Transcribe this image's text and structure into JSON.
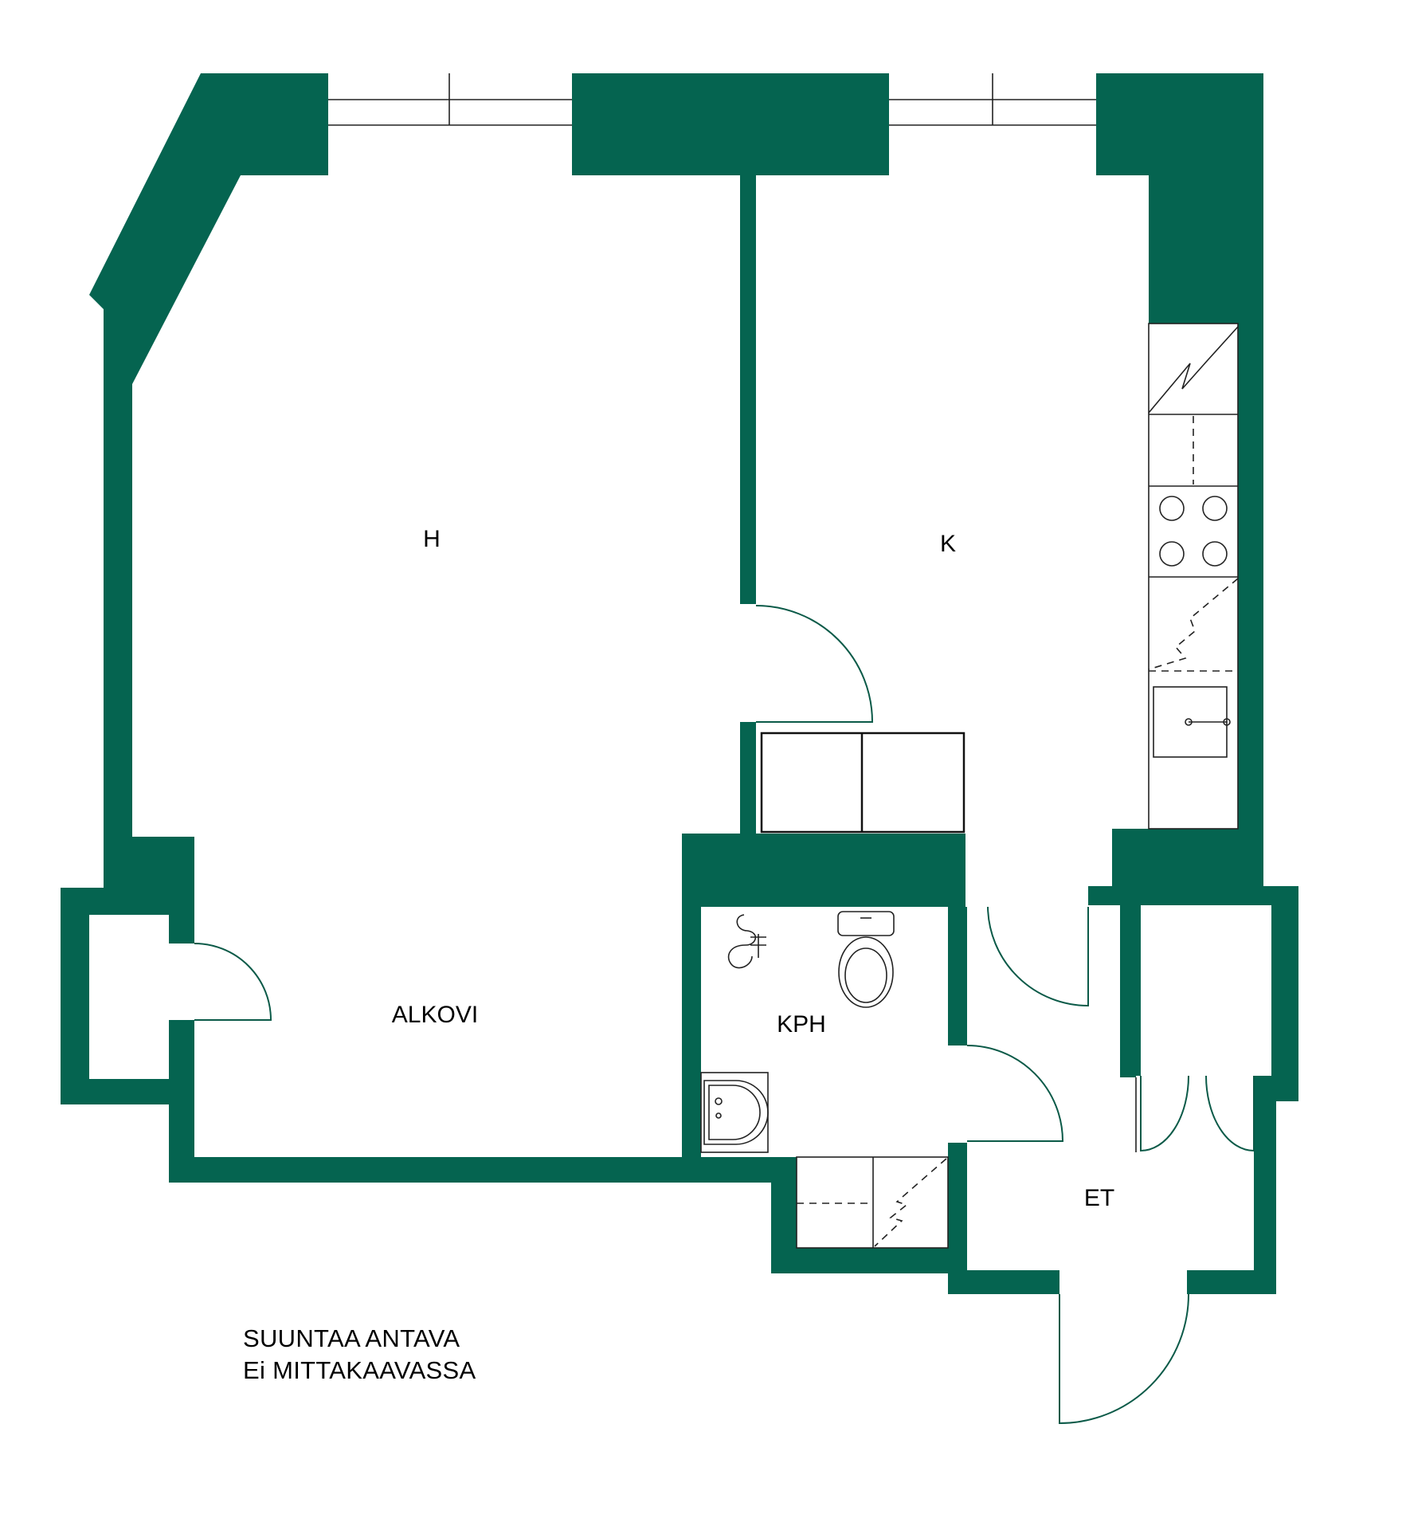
{
  "colors": {
    "wall": "#056450",
    "line": "#222222",
    "background": "#ffffff"
  },
  "rooms": {
    "living": "H",
    "kitchen": "K",
    "alcove": "ALKOVI",
    "bathroom": "KPH",
    "entry": "ET"
  },
  "note": {
    "line1": "SUUNTAA ANTAVA",
    "line2": "Ei MITTAKAAVASSA"
  },
  "icons": [
    "window-icon",
    "fridge-icon",
    "stove-icon",
    "dishwasher-icon",
    "kitchen-sink-icon",
    "toilet-icon",
    "shower-icon",
    "washbasin-icon",
    "washing-machine-icon",
    "door-swing-icon",
    "wardrobe-icon"
  ]
}
